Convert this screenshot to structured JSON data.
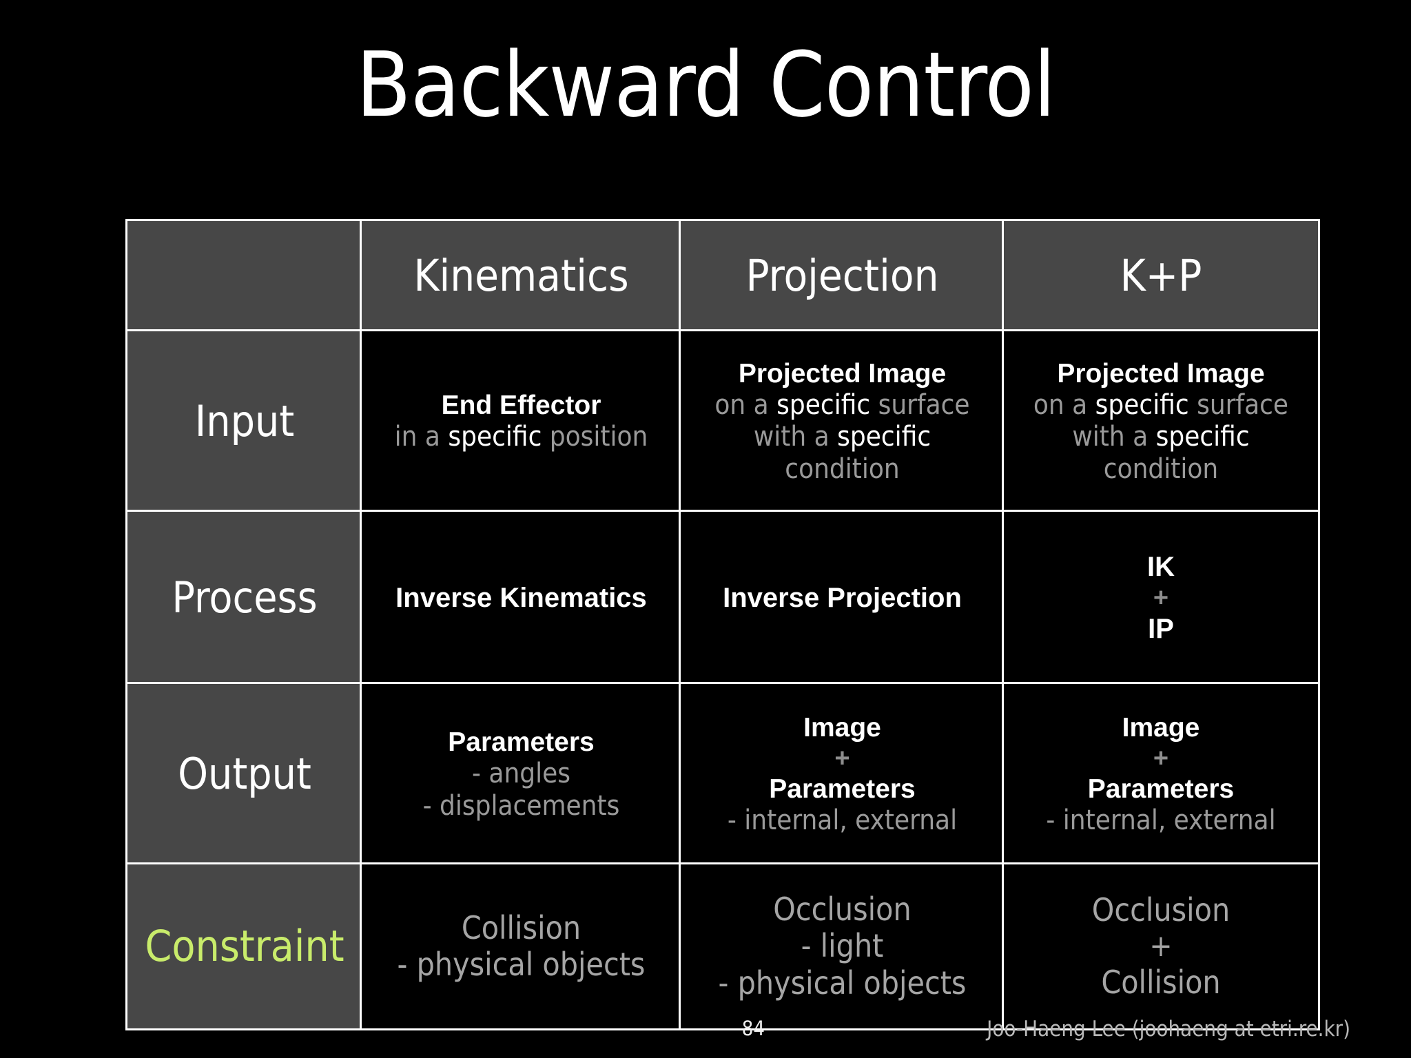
{
  "slide": {
    "title": "Backward Control",
    "background_color": "#000000",
    "accent_color": "#c9ec6b",
    "header_cell_color": "#474747",
    "grid_color": "#ffffff"
  },
  "table": {
    "corner_label": "",
    "column_headers": [
      "Kinematics",
      "Projection",
      "K+P"
    ],
    "row_labels": [
      "Input",
      "Process",
      "Output",
      "Constraint"
    ],
    "rows": {
      "input": {
        "kinematics": {
          "l1": "End Effector",
          "l2_pre": "in a ",
          "l2_hl": "specific",
          "l2_post": " position"
        },
        "projection": {
          "l1": "Projected Image",
          "l2_pre": "on a ",
          "l2_hl": "specific",
          "l2_post": " surface",
          "l3_pre": "with a ",
          "l3_hl": "specific",
          "l4": "condition"
        },
        "kp": {
          "l1": "Projected Image",
          "l2_pre": "on a ",
          "l2_hl": "specific",
          "l2_post": " surface",
          "l3_pre": "with a ",
          "l3_hl": "specific",
          "l4": "condition"
        }
      },
      "process": {
        "kinematics": "Inverse Kinematics",
        "projection": "Inverse Projection",
        "kp": {
          "l1": "IK",
          "l2": "+",
          "l3": "IP"
        }
      },
      "output": {
        "kinematics": {
          "l1": "Parameters",
          "l2": "- angles",
          "l3": "- displacements"
        },
        "projection": {
          "l1": "Image",
          "l2": "+",
          "l3": "Parameters",
          "l4": "- internal, external"
        },
        "kp": {
          "l1": "Image",
          "l2": "+",
          "l3": "Parameters",
          "l4": "- internal, external"
        }
      },
      "constraint": {
        "kinematics": {
          "l1": "Collision",
          "l2": "- physical objects"
        },
        "projection": {
          "l1": "Occlusion",
          "l2": "- light",
          "l3": "- physical objects"
        },
        "kp": {
          "l1": "Occlusion",
          "l2": "+",
          "l3": "Collision"
        }
      }
    }
  },
  "footer": {
    "page_number": "84",
    "credit": "Joo-Haeng Lee (joohaeng at etri.re.kr)"
  }
}
